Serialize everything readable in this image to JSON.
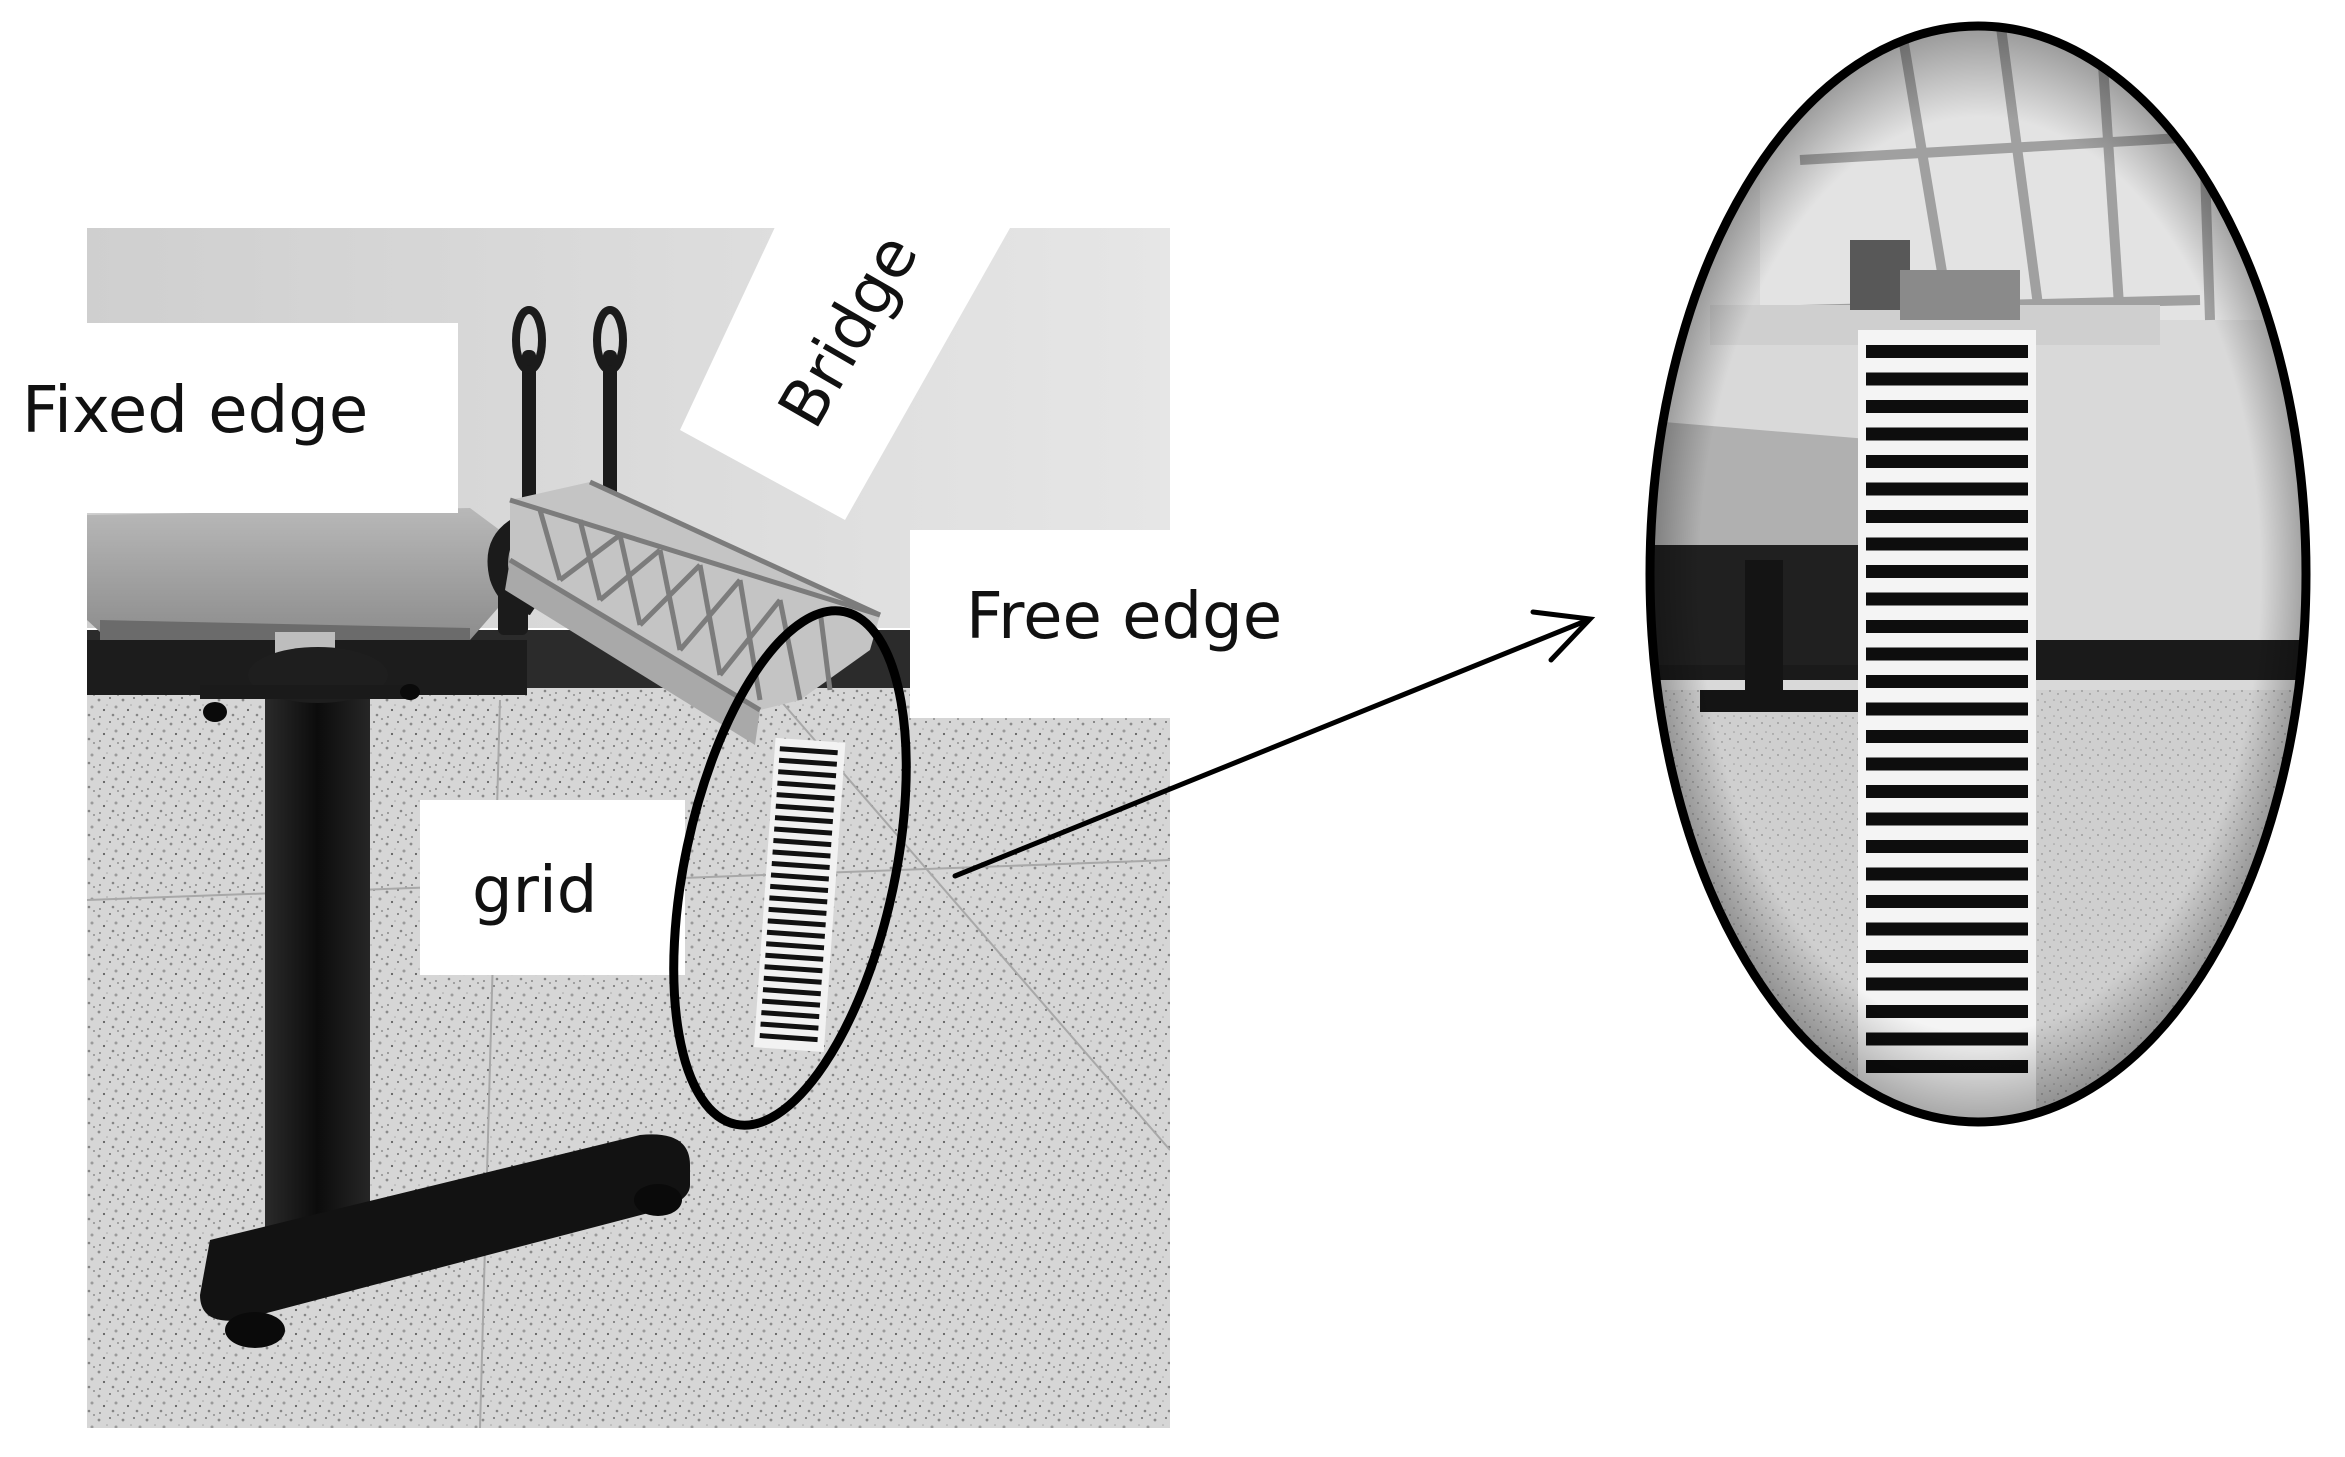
{
  "labels": {
    "fixed_edge": "Fixed edge",
    "bridge": "Bridge",
    "free_edge": "Free edge",
    "grid": "grid"
  },
  "colors": {
    "background": "#ffffff",
    "wall": "#dcdcdc",
    "floor": "#d2d2d2",
    "dark_metal": "#1a1a1a",
    "table_top": "#9a9a9a",
    "truss": "#cfcfcf",
    "outline": "#000000"
  },
  "image": {
    "style": "grayscale photograph with annotations",
    "inset": "magnified view of the grid attached to the free edge of the bridge"
  }
}
